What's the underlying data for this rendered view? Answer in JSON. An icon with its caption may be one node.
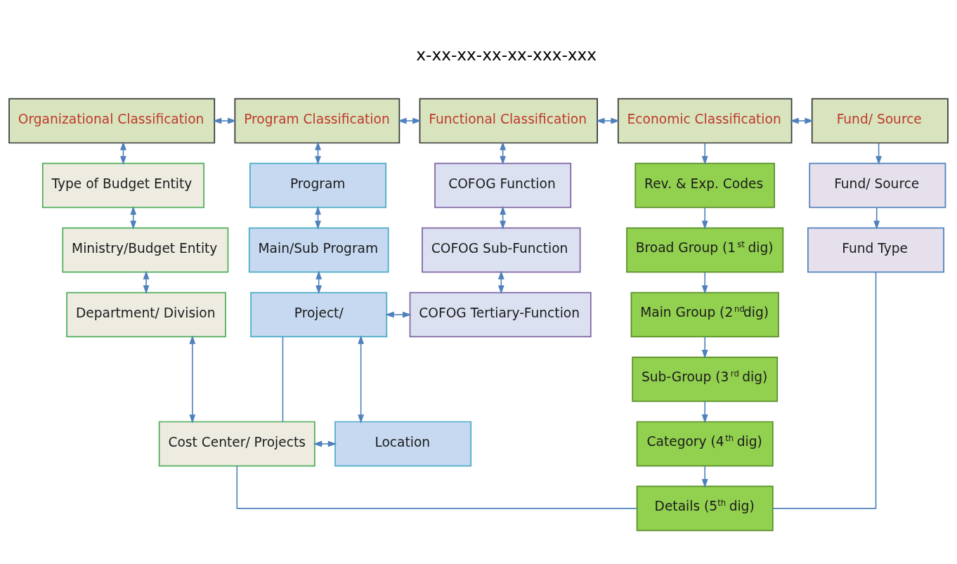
{
  "diagram": {
    "nodes": [
      {
        "text": [
          "Organizational Classification"
        ]
      },
      {
        "text": [
          "Program Classification"
        ]
      },
      {
        "text": [
          "Functional Classification"
        ]
      },
      {
        "text": [
          "Economic Classification"
        ]
      },
      {
        "text": [
          "Fund/ Source"
        ]
      },
      {
        "text": [
          "Type of Budget Entity"
        ]
      },
      {
        "text": [
          "Program"
        ]
      },
      {
        "text": [
          "COFOG Function"
        ]
      },
      {
        "text": [
          "Rev. & Exp. Codes"
        ]
      },
      {
        "text": [
          "Fund/ Source"
        ]
      },
      {
        "text": [
          "Ministry/Budget Entity"
        ]
      },
      {
        "text": [
          "Main/Sub Program"
        ]
      },
      {
        "text": [
          "COFOG Sub-Function"
        ]
      },
      {
        "text": [
          "Broad Group (1$^{st}$ dig)"
        ]
      },
      {
        "text": [
          "Fund Type"
        ]
      },
      {
        "text": [
          "Department/ Division"
        ]
      },
      {
        "text": [
          "Project/"
        ]
      },
      {
        "text": [
          "COFOG Tertiary-Function"
        ]
      },
      {
        "text": [
          "Main Group (2$^{nd}$dig)"
        ]
      },
      {
        "text": [
          "Sub-Group (3$^{rd}$ dig)"
        ]
      },
      {
        "text": [
          "Cost Center/ Projects"
        ]
      },
      {
        "text": [
          "Location"
        ]
      },
      {
        "text": [
          "Category (4$^{th}$ dig)"
        ]
      },
      {
        "text": [
          "Details (5$^{th}$ dig)"
        ]
      }
    ],
    "edges": [
      {
        "from": 0,
        "to": 1,
        "arrow": "both"
      },
      {
        "from": 1,
        "to": 2,
        "arrow": "both"
      },
      {
        "from": 2,
        "to": 3,
        "arrow": "both"
      },
      {
        "from": 3,
        "to": 4,
        "arrow": "both"
      },
      {
        "from": 0,
        "to": 5,
        "arrow": "both"
      },
      {
        "from": 5,
        "to": 10,
        "arrow": "both"
      },
      {
        "from": 10,
        "to": 15,
        "arrow": "both"
      },
      {
        "from": 15,
        "to": 20,
        "arrow": "both"
      },
      {
        "from": 1,
        "to": 6,
        "arrow": "both"
      },
      {
        "from": 6,
        "to": 11,
        "arrow": "both"
      },
      {
        "from": 11,
        "to": 16,
        "arrow": "both"
      },
      {
        "from": 16,
        "to": 21,
        "arrow": "both"
      },
      {
        "from": 16,
        "to": 17,
        "arrow": "both"
      },
      {
        "from": 20,
        "to": 21,
        "arrow": "both"
      },
      {
        "from": 2,
        "to": 7,
        "arrow": "both"
      },
      {
        "from": 7,
        "to": 12,
        "arrow": "both"
      },
      {
        "from": 12,
        "to": 17,
        "arrow": "both"
      },
      {
        "from": 3,
        "to": 8,
        "arrow": "to"
      },
      {
        "from": 8,
        "to": 13,
        "arrow": "to"
      },
      {
        "from": 13,
        "to": 18,
        "arrow": "to"
      },
      {
        "from": 18,
        "to": 19,
        "arrow": "to"
      },
      {
        "from": 19,
        "to": 22,
        "arrow": "to"
      },
      {
        "from": 22,
        "to": 23,
        "arrow": "to"
      },
      {
        "from": 4,
        "to": 9,
        "arrow": "to"
      },
      {
        "from": 9,
        "to": 14,
        "arrow": "to"
      },
      {
        "from": 16,
        "to": 20,
        "arrow": "none"
      },
      {
        "from": 20,
        "to": 23,
        "arrow": "none"
      },
      {
        "from": 14,
        "to": 23,
        "arrow": "none"
      }
    ],
    "labels": [
      "x-xx-xx-xx-xx-xxx-xxx"
    ]
  }
}
